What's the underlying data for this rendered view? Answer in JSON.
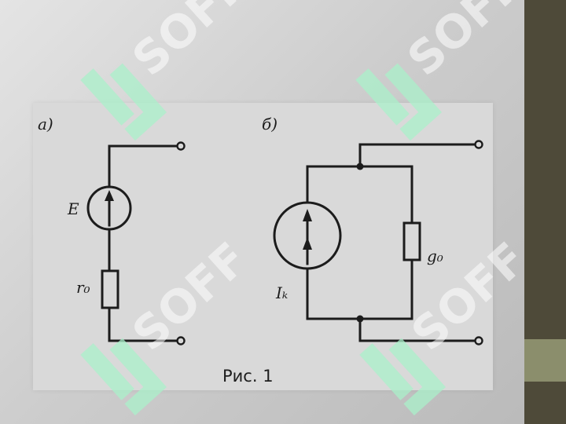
{
  "figure": {
    "part_a_label": "а)",
    "part_b_label": "б)",
    "source_a_label": "E",
    "resistor_a_label": "r₀",
    "source_b_label": "Iₖ",
    "conductance_b_label": "g₀",
    "caption": "Рис. 1"
  },
  "watermark": {
    "text": "SOFF",
    "icon": "soff-logo-icon"
  },
  "colors": {
    "side_strip": "#4e4a39",
    "side_band": "#8b8e6c",
    "panel": "#d9d9d9",
    "ink": "#1c1c1c",
    "watermark_mark": "#a9f0c9"
  }
}
